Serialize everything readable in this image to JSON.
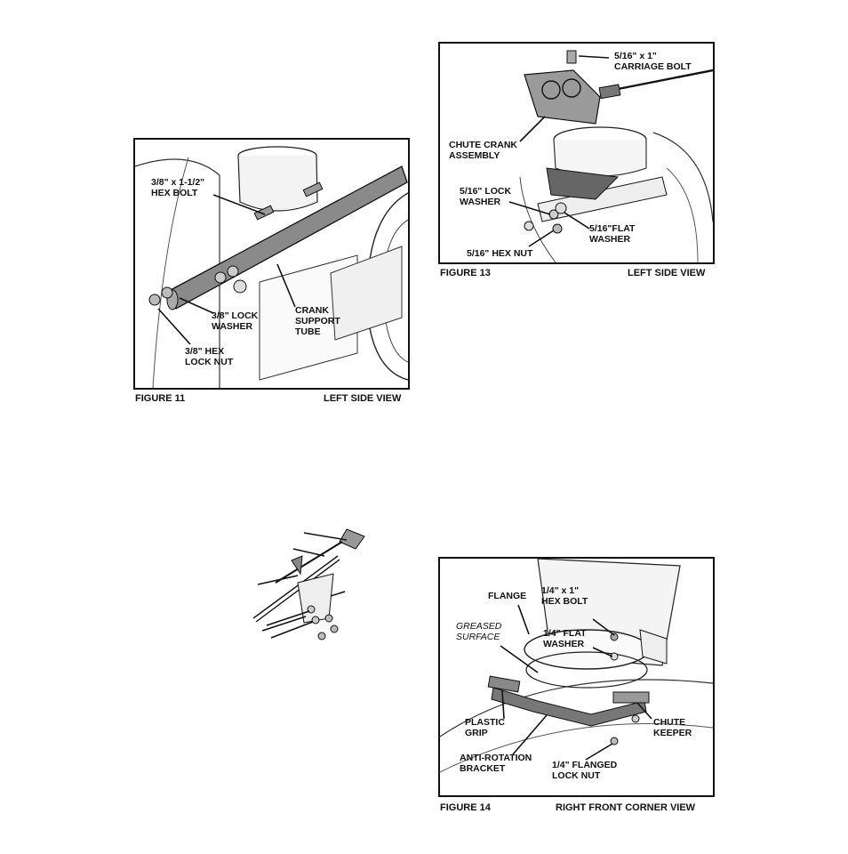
{
  "figure11": {
    "caption": "FIGURE 11",
    "view": "LEFT SIDE VIEW",
    "labels": {
      "hex_bolt": "3/8\" x 1-1/2\"\nHEX BOLT",
      "lock_washer": "3/8\" LOCK\nWASHER",
      "hex_lock_nut": "3/8\" HEX\nLOCK NUT",
      "crank_tube": "CRANK\nSUPPORT\nTUBE"
    }
  },
  "figure13": {
    "caption": "FIGURE 13",
    "view": "LEFT SIDE VIEW",
    "labels": {
      "carriage_bolt": "5/16\" x 1\"\nCARRIAGE BOLT",
      "chute_crank": "CHUTE CRANK\nASSEMBLY",
      "lock_washer": "5/16\" LOCK\nWASHER",
      "flat_washer": "5/16\"FLAT\nWASHER",
      "hex_nut": "5/16\" HEX NUT"
    }
  },
  "figure14": {
    "caption": "FIGURE  14",
    "view": "RIGHT FRONT CORNER VIEW",
    "labels": {
      "flange": "FLANGE",
      "hex_bolt": "1/4\" x 1\"\nHEX BOLT",
      "greased": "GREASED\nSURFACE",
      "flat_washer": "1/4\" FLAT\nWASHER",
      "plastic_grip": "PLASTIC\nGRIP",
      "chute_keeper": "CHUTE\nKEEPER",
      "anti_rotation": "ANTI-ROTATION\nBRACKET",
      "flanged_nut": "1/4\" FLANGED\nLOCK NUT"
    }
  }
}
